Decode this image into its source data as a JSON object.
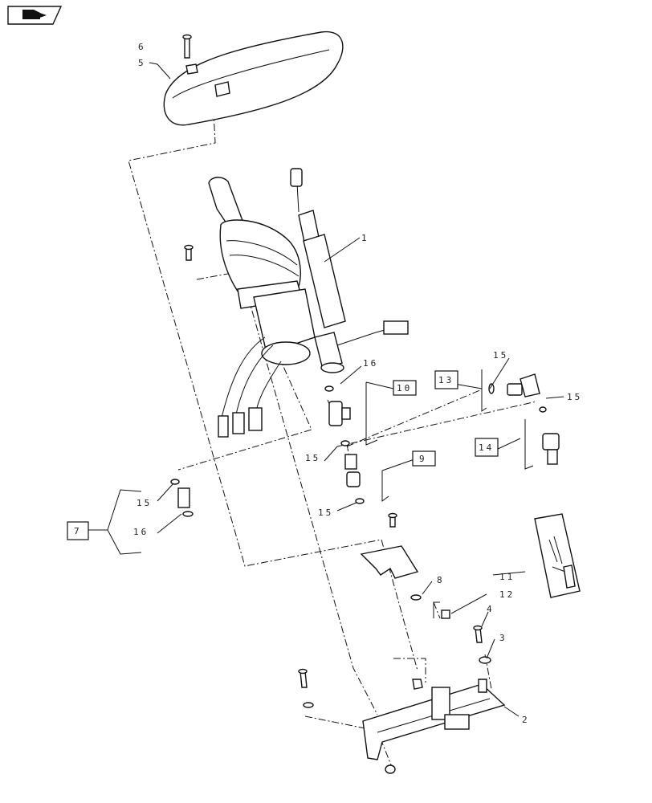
{
  "nav": {
    "icon": "book-with-arrow-icon"
  },
  "callouts": {
    "c1": "1",
    "c2": "2",
    "c3": "3",
    "c4": "4",
    "c5": "5",
    "c6": "6",
    "c8": "8",
    "c11": "11",
    "c12": "12",
    "c15a": "15",
    "c15b": "15",
    "c15c": "15",
    "c15d": "15",
    "c15e": "15",
    "c16a": "16",
    "c16b": "16"
  },
  "boxed": {
    "b7": "7",
    "b9": "9",
    "b10": "10",
    "b13": "13",
    "b14": "14"
  }
}
